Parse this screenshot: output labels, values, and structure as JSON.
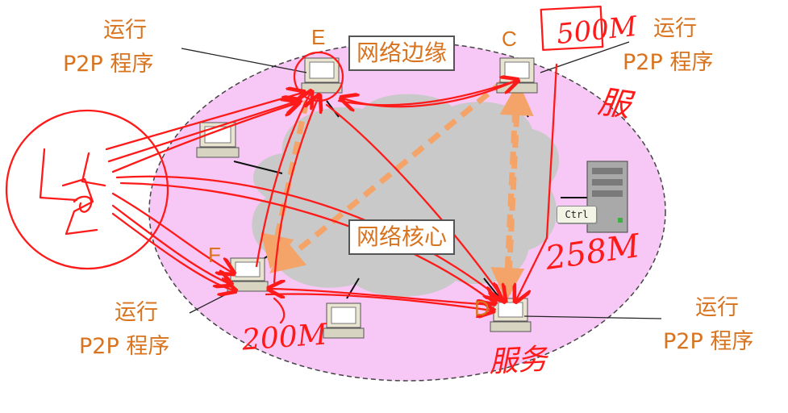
{
  "labels": {
    "run_line1": "运行",
    "run_line2": "P2P 程序",
    "network_edge": "网络边缘",
    "network_core": "网络核心",
    "ctrl_key": "Ctrl"
  },
  "nodes": {
    "E": "E",
    "C": "C",
    "F": "F",
    "D": "D"
  },
  "handwriting": {
    "C_speed": "500M",
    "F_speed": "200M",
    "D_speed": "258M",
    "C_service": "服",
    "D_service": "服务"
  },
  "colors": {
    "edge_region": "#f7c8f5",
    "core_cloud": "#c9c9c9",
    "label_text": "#d8731f",
    "annotation_red": "#ff1a1a",
    "dashed_arrow": "#f4a468"
  },
  "icons": [
    "desktop-computer-icon",
    "server-tower-icon",
    "document-icon"
  ]
}
